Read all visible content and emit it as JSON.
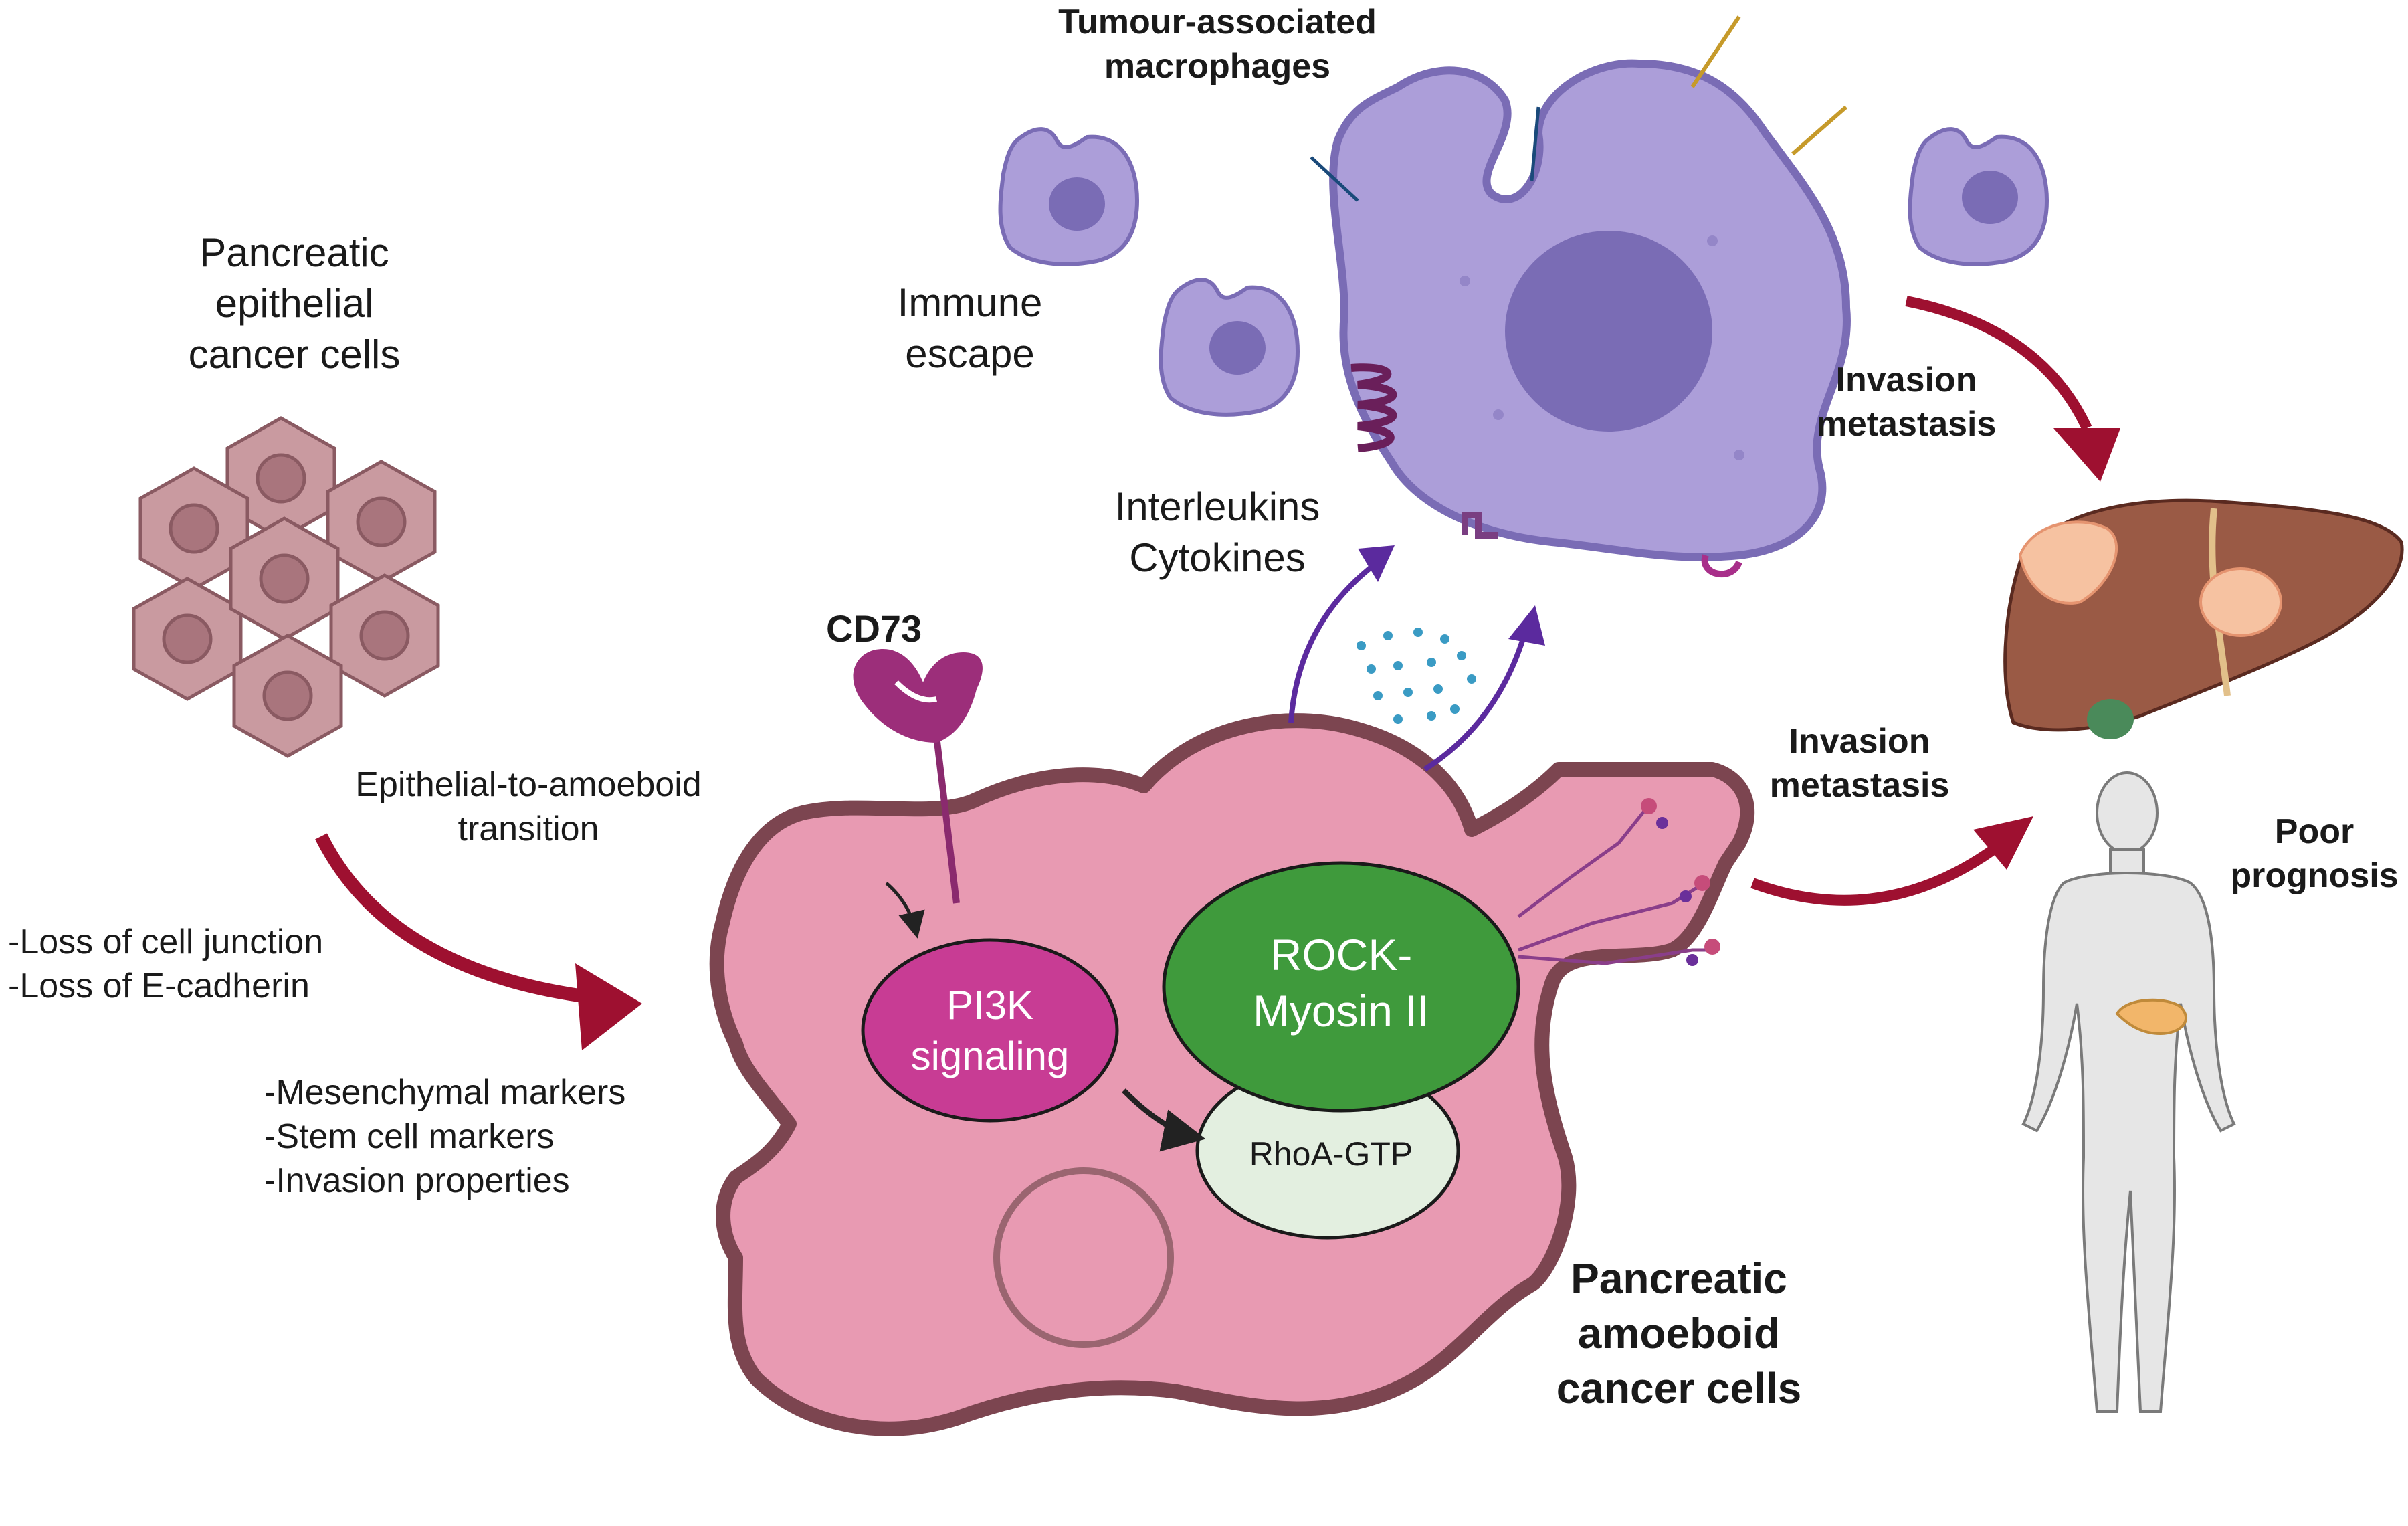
{
  "labels": {
    "epithelial_title": [
      "Pancreatic",
      "epithelial",
      "cancer cells"
    ],
    "transition": [
      "Epithelial-to-amoeboid",
      "transition"
    ],
    "loss": [
      "-Loss of cell junction",
      "-Loss of E-cadherin"
    ],
    "markers": [
      "-Mesenchymal markers",
      "-Stem cell markers",
      "-Invasion properties"
    ],
    "tam_title": [
      "Tumour-associated",
      "macrophages"
    ],
    "immune_escape": [
      "Immune",
      "escape"
    ],
    "interleukins": [
      "Interleukins",
      "Cytokines"
    ],
    "cd73": "CD73",
    "pi3k": [
      "PI3K",
      "signaling"
    ],
    "rock": [
      "ROCK-",
      "Myosin II"
    ],
    "rhoa": "RhoA-GTP",
    "amoeboid_title": [
      "Pancreatic",
      "amoeboid",
      "cancer cells"
    ],
    "invasion_top": [
      "Invasion",
      "metastasis"
    ],
    "invasion_mid": [
      "Invasion",
      "metastasis"
    ],
    "poor_prognosis": [
      "Poor",
      "prognosis"
    ]
  },
  "colors": {
    "arrow_red": "#9e1030",
    "arrow_purple": "#5b2a9e",
    "epithelial_cell": "#c99aa0",
    "amoeboid_cell": "#e89ab2",
    "amoeboid_outline": "#7c4550",
    "macrophage": "#ac9ed9",
    "macrophage_nucleus": "#7a6cb5",
    "pi3k": "#c83c94",
    "rock": "#3f9a3c",
    "rhoa": "#e3efe0",
    "cd73": "#9c2e7a",
    "liver": "#9a5a45",
    "tumor": "#f6c2a1"
  },
  "icons": [
    "macrophage-icon",
    "cell-cluster-icon",
    "liver-icon",
    "human-body-icon",
    "cd73-receptor-icon",
    "cytokine-dots-icon"
  ]
}
